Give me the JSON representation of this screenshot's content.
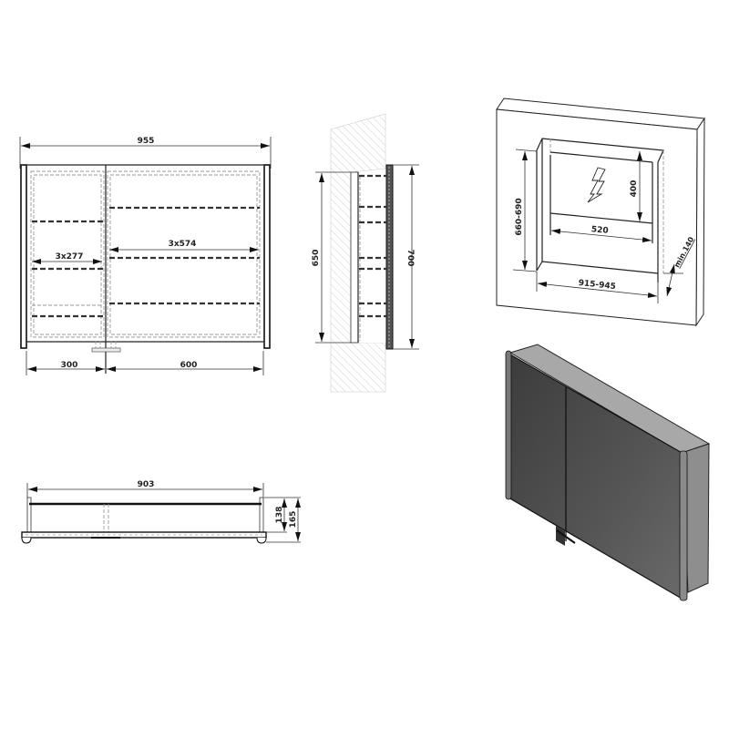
{
  "front_view": {
    "overall_width": "955",
    "left_shelf_width": "3x277",
    "right_shelf_width": "3x574",
    "left_door": "300",
    "right_door": "600"
  },
  "side_view": {
    "body_height": "650",
    "overall_height": "700"
  },
  "top_view": {
    "body_width": "903",
    "body_depth": "138",
    "overall_depth": "165"
  },
  "installation_view": {
    "niche_height": "660-690",
    "socket_height": "400",
    "socket_width": "520",
    "niche_width": "915-945",
    "niche_depth": "min.140",
    "icon": "electric-bolt-icon"
  },
  "render_view": {
    "colors": {
      "glass": "#4a4a4a",
      "frame": "#8c8c8c",
      "side": "#9a9a9a"
    }
  }
}
